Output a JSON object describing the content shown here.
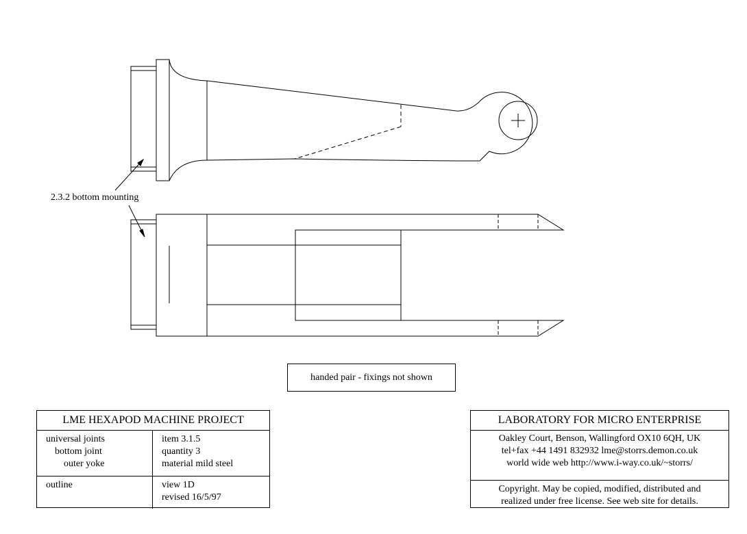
{
  "annotation": {
    "mounting_label": "2.3.2 bottom mounting"
  },
  "note": "handed pair - fixings not shown",
  "project_block": {
    "title": "LME HEXAPOD MACHINE  PROJECT",
    "rows": [
      {
        "left": [
          "universal joints",
          "bottom joint",
          "outer yoke"
        ],
        "right": [
          "item 3.1.5",
          "quantity 3",
          "material mild steel"
        ]
      },
      {
        "left": [
          "outline"
        ],
        "right": [
          "view 1D",
          "revised 16/5/97"
        ]
      }
    ]
  },
  "lab_block": {
    "title": "LABORATORY FOR MICRO ENTERPRISE",
    "address_lines": [
      "Oakley Court, Benson, Wallingford OX10 6QH, UK",
      "tel+fax +44 1491 832932  lme@storrs.demon.co.uk",
      "world wide web  http://www.i-way.co.uk/~storrs/"
    ],
    "copyright_lines": [
      "Copyright. May be copied, modified, distributed and",
      "realized under free license. See web site for details."
    ]
  }
}
